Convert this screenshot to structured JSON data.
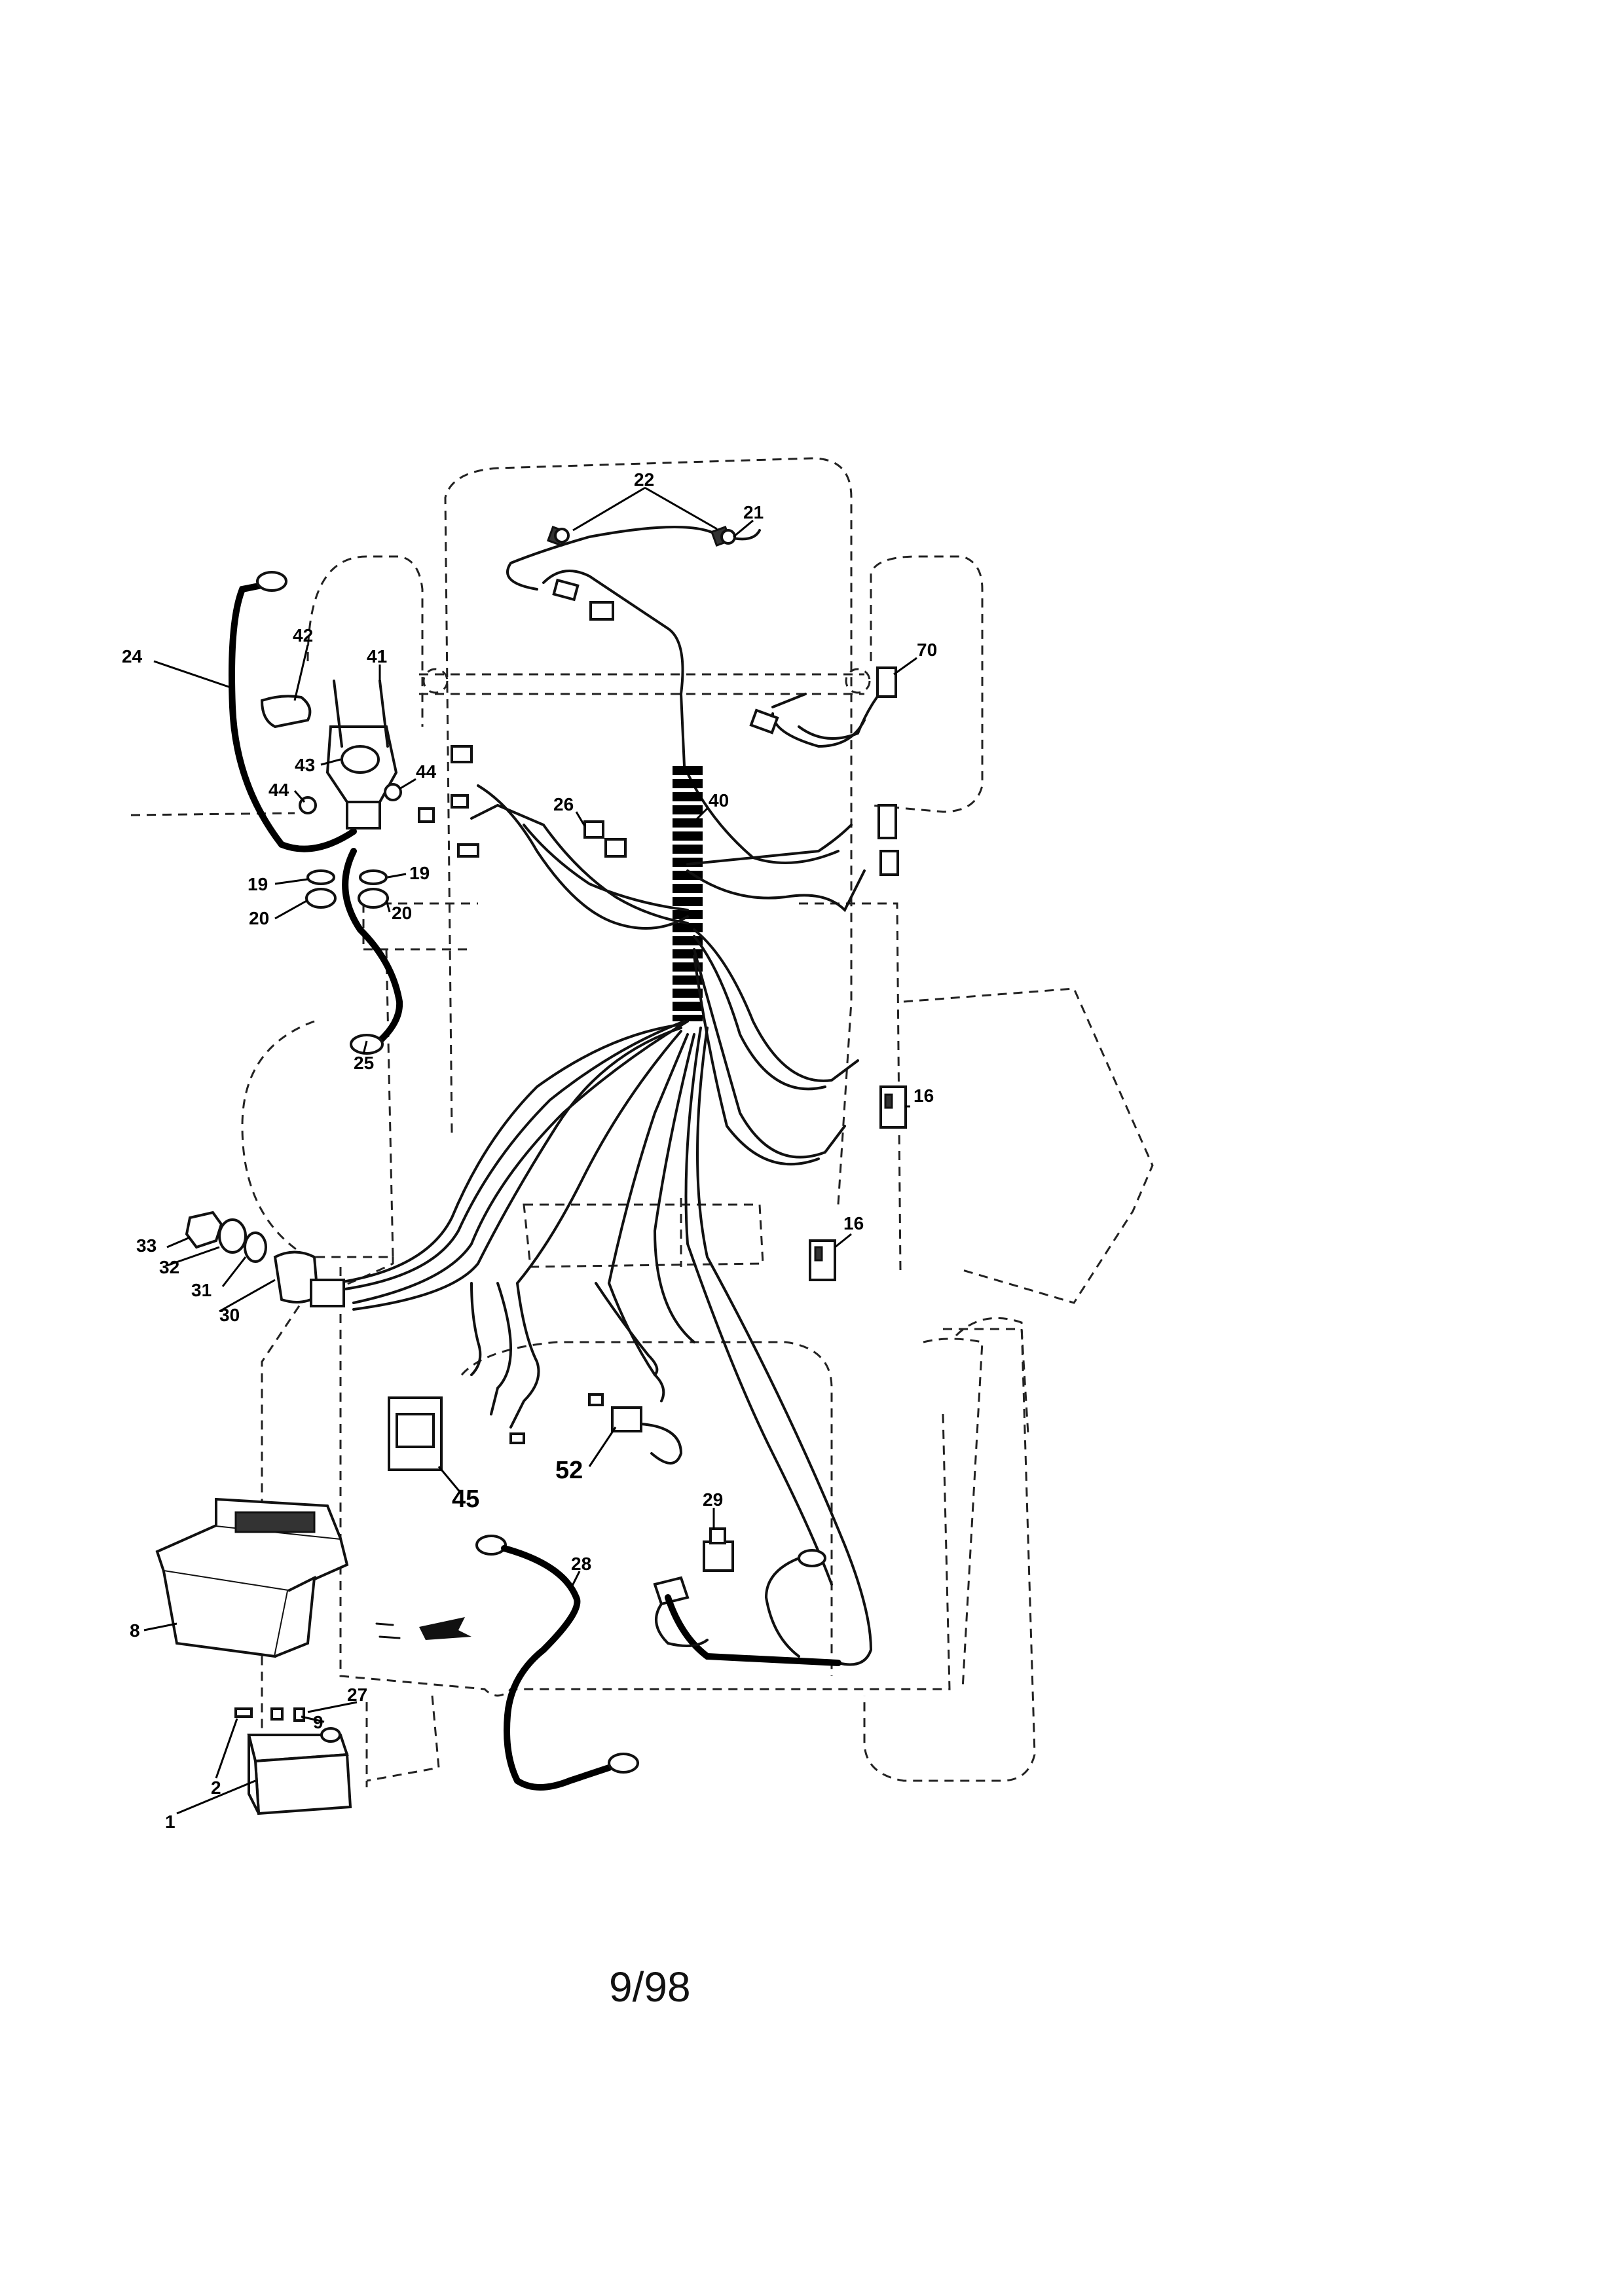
{
  "diagram": {
    "page_number": "9/98",
    "part_numbers": {
      "p22": "22",
      "p21": "21",
      "p70": "70",
      "p24": "24",
      "p42": "42",
      "p41": "41",
      "p43": "43",
      "p44a": "44",
      "p44b": "44",
      "p26": "26",
      "p40": "40",
      "p19a": "19",
      "p19b": "19",
      "p20a": "20",
      "p20b": "20",
      "p25": "25",
      "p16a": "16",
      "p16b": "16",
      "p33": "33",
      "p32": "32",
      "p31": "31",
      "p30": "30",
      "p52": "52",
      "p45": "45",
      "p29": "29",
      "p28": "28",
      "p8": "8",
      "p27": "27",
      "p9": "9",
      "p2": "2",
      "p1": "1"
    }
  }
}
